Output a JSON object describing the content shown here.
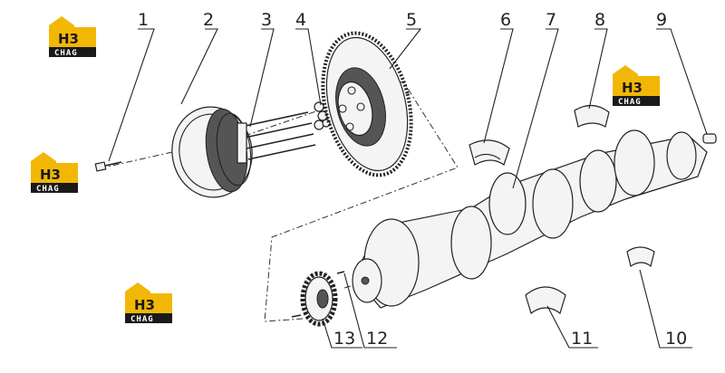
{
  "colors": {
    "logo_yellow": "#f2b705",
    "logo_dark": "#1a1a1a",
    "line": "#222222"
  },
  "logo": {
    "mark": "H3",
    "sub": "CHAG"
  },
  "callouts": [
    "1",
    "2",
    "3",
    "4",
    "5",
    "6",
    "7",
    "8",
    "9",
    "10",
    "11",
    "12",
    "13"
  ]
}
